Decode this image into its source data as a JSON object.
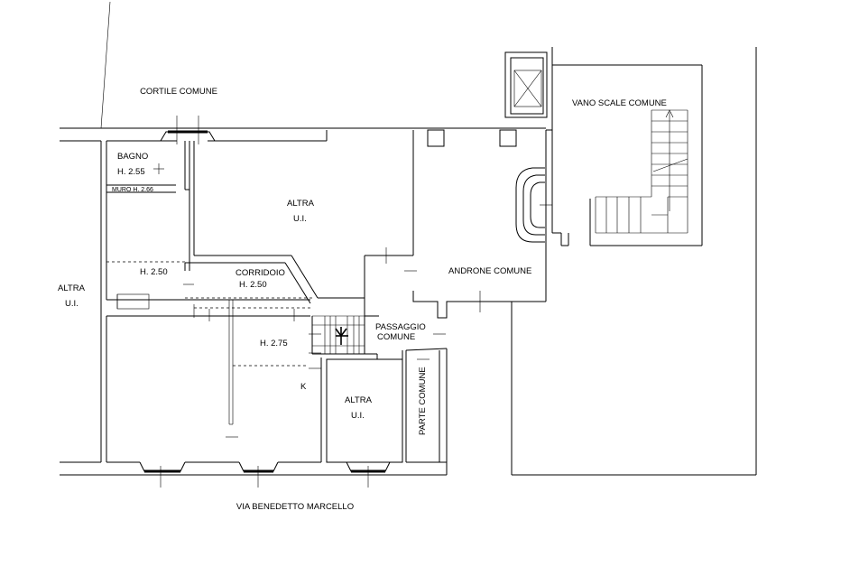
{
  "labels": {
    "cortile": "CORTILE COMUNE",
    "bagno": "BAGNO",
    "bagno_h": "H. 2.55",
    "muro": "MURO H. 2.66",
    "altra1_a": "ALTRA",
    "altra1_b": "U.I.",
    "altra_left_a": "ALTRA",
    "altra_left_b": "U.I.",
    "h250_left": "H. 2.50",
    "corridoio": "CORRIDOIO",
    "corridoio_h": "H. 2.50",
    "vano_scale": "VANO SCALE COMUNE",
    "androne": "ANDRONE COMUNE",
    "passaggio_a": "PASSAGGIO",
    "passaggio_b": "COMUNE",
    "h275": "H. 2.75",
    "k": "K",
    "altra2_a": "ALTRA",
    "altra2_b": "U.I.",
    "parte_comune": "PARTE COMUNE",
    "via": "VIA BENEDETTO MARCELLO"
  }
}
